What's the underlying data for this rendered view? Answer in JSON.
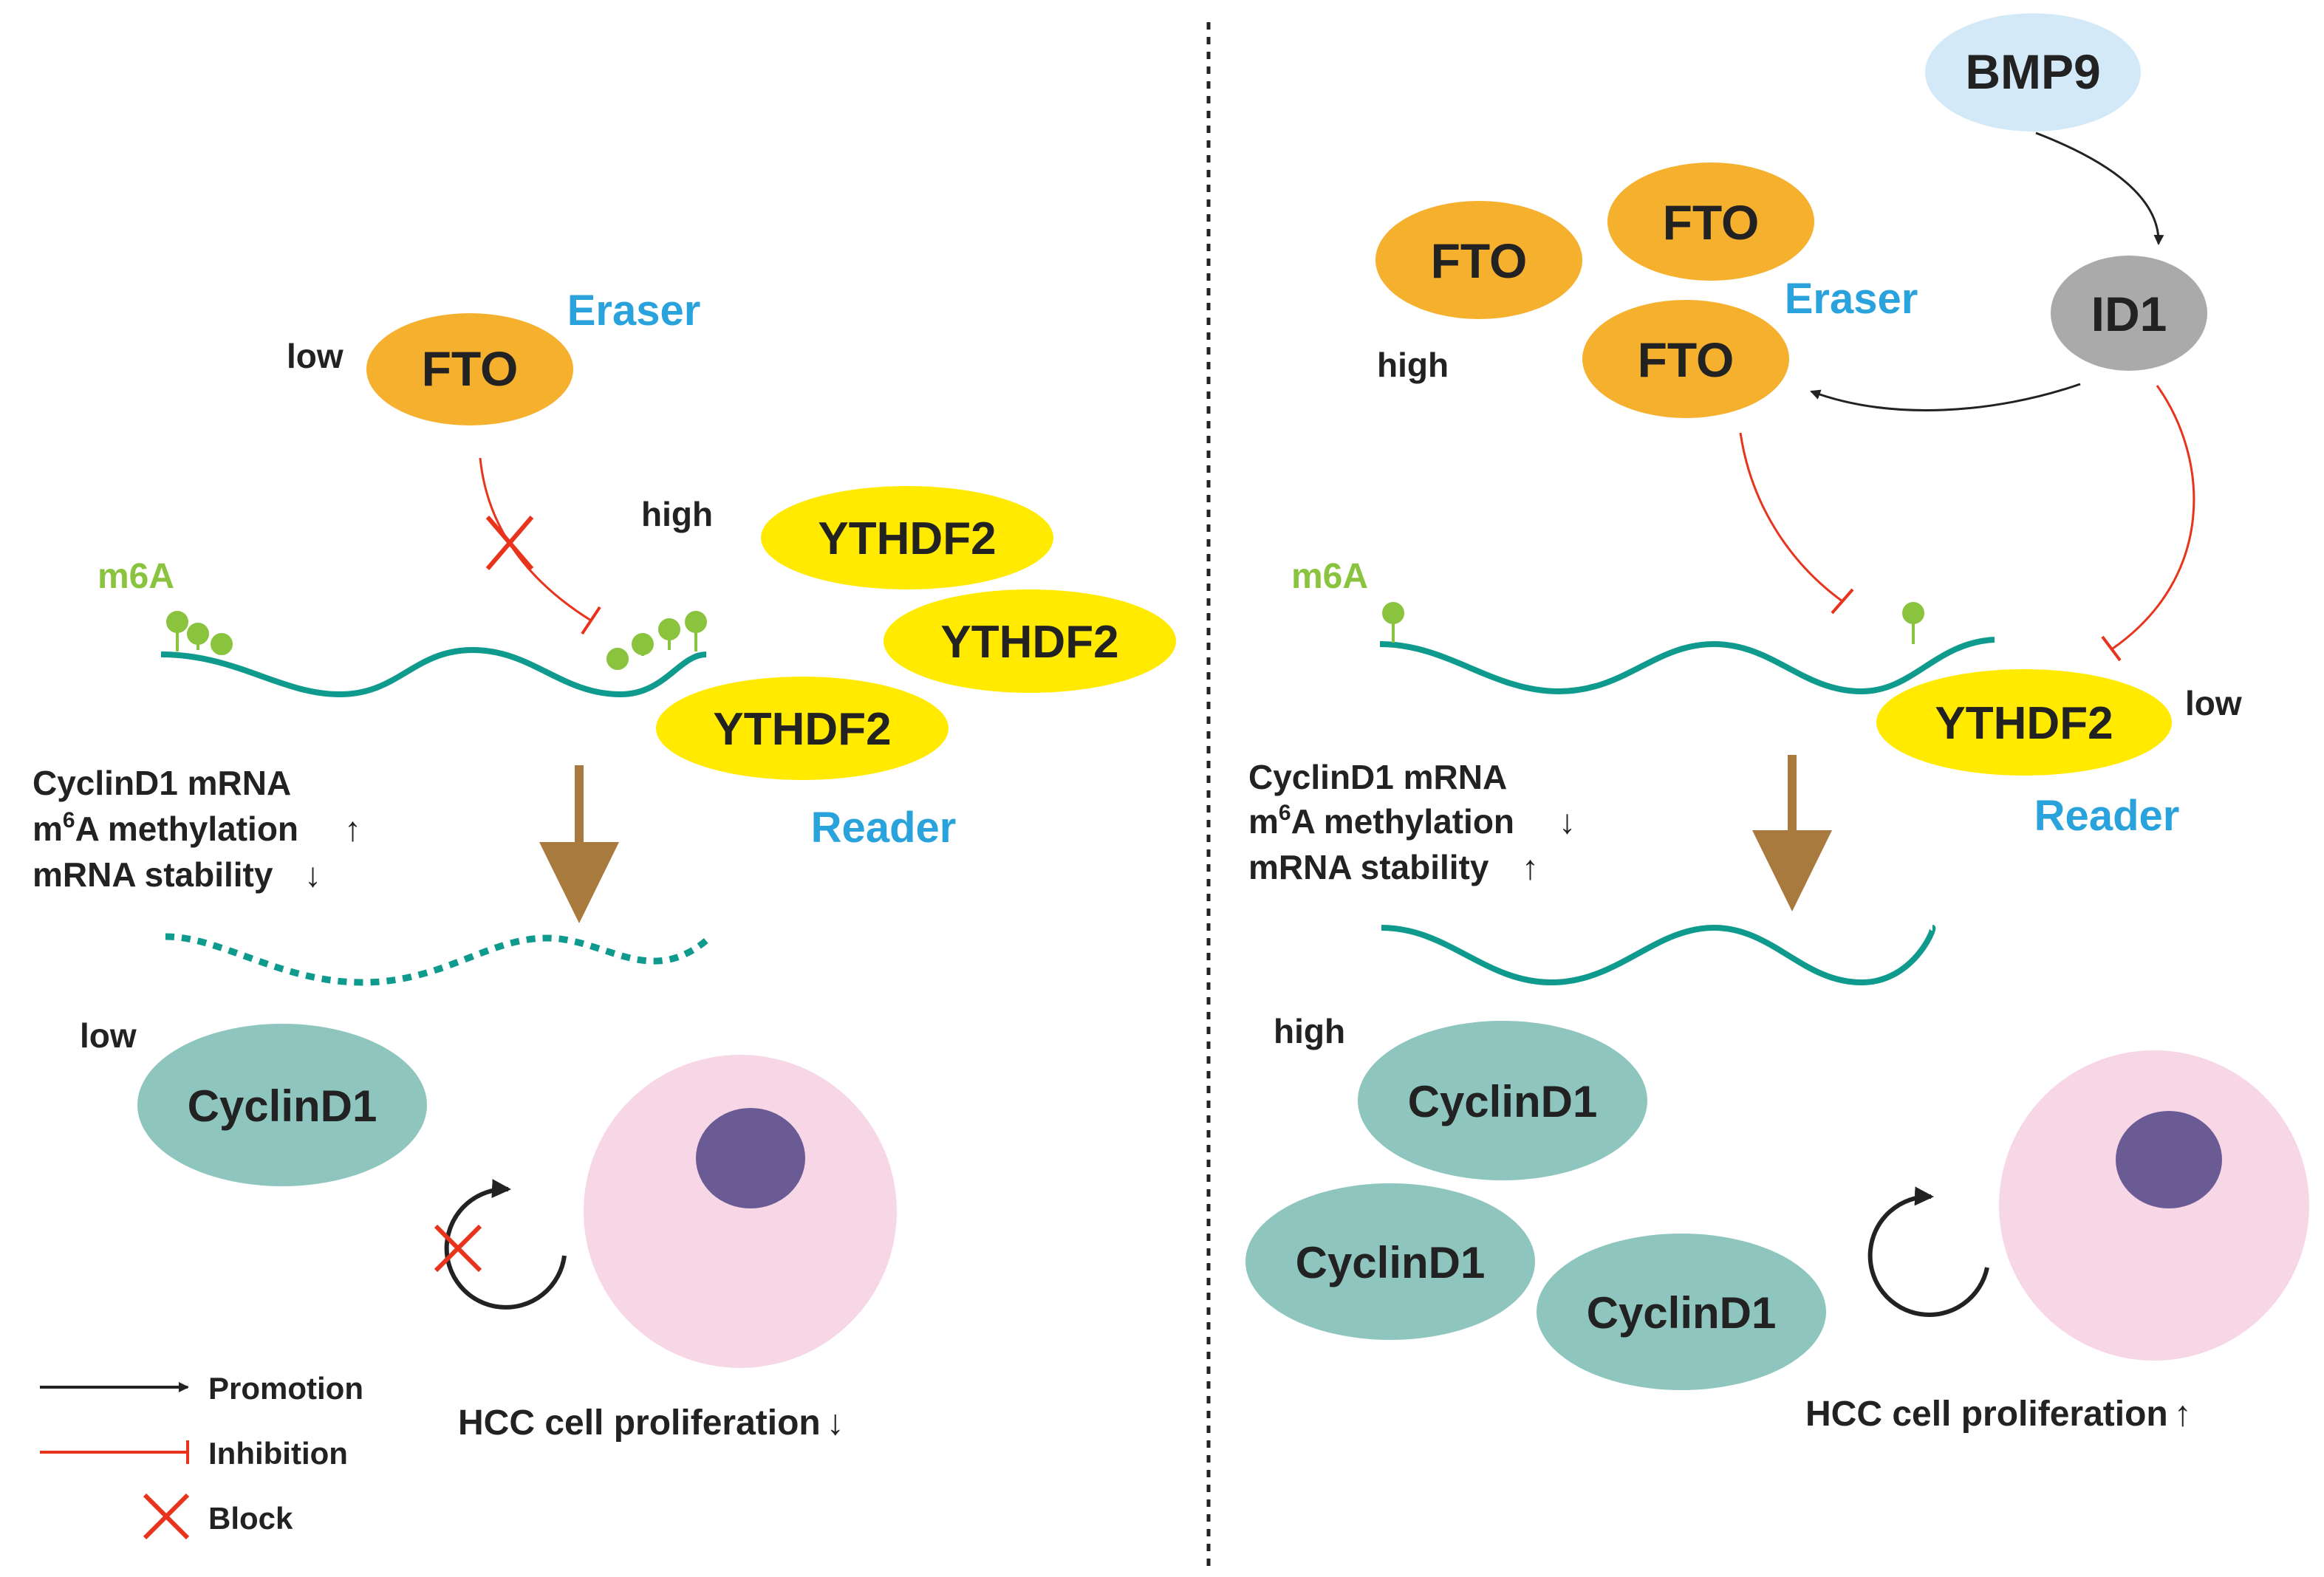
{
  "left_panel": {
    "fto": {
      "level": "low",
      "label": "FTO",
      "role": "Eraser"
    },
    "ythdf2": {
      "level": "high",
      "labels": [
        "YTHDF2",
        "YTHDF2",
        "YTHDF2"
      ],
      "role": "Reader"
    },
    "m6a_label": "m6A",
    "effects": {
      "line1": "CyclinD1 mRNA",
      "line2_prefix": "m",
      "line2_sup": "6",
      "line2_rest": "A methylation",
      "line2_arrow": "↑",
      "line3": "mRNA stability",
      "line3_arrow": "↓"
    },
    "cyclin": {
      "level": "low",
      "labels": [
        "CyclinD1"
      ]
    },
    "outcome": {
      "text": "HCC cell proliferation",
      "arrow": "↓"
    }
  },
  "right_panel": {
    "bmp9": "BMP9",
    "id1": "ID1",
    "fto": {
      "level": "high",
      "labels": [
        "FTO",
        "FTO",
        "FTO"
      ],
      "role": "Eraser"
    },
    "ythdf2": {
      "level": "low",
      "labels": [
        "YTHDF2"
      ],
      "role": "Reader"
    },
    "m6a_label": "m6A",
    "effects": {
      "line1": "CyclinD1 mRNA",
      "line2_prefix": "m",
      "line2_sup": "6",
      "line2_rest": "A methylation",
      "line2_arrow": "↓",
      "line3": "mRNA stability",
      "line3_arrow": "↑"
    },
    "cyclin": {
      "level": "high",
      "labels": [
        "CyclinD1",
        "CyclinD1",
        "CyclinD1"
      ]
    },
    "outcome": {
      "text": "HCC cell proliferation",
      "arrow": "↑"
    }
  },
  "legend": {
    "promotion": "Promotion",
    "inhibition": "Inhibition",
    "block": "Block"
  },
  "colors": {
    "fto": "#f5b02e",
    "ythdf2": "#ffea00",
    "cyclin": "#8ec6bf",
    "bmp9": "#d3e9f7",
    "id1": "#aaaaaa",
    "cell": "#f7d7e6",
    "nucleus": "#6b5b95",
    "mrna": "#0f9a8e",
    "m6a": "#8ac43f",
    "role_text": "#2aa3dd",
    "m6a_text": "#8ac43f",
    "inhibit": "#e8341c",
    "big_arrow": "#a87a3e"
  }
}
